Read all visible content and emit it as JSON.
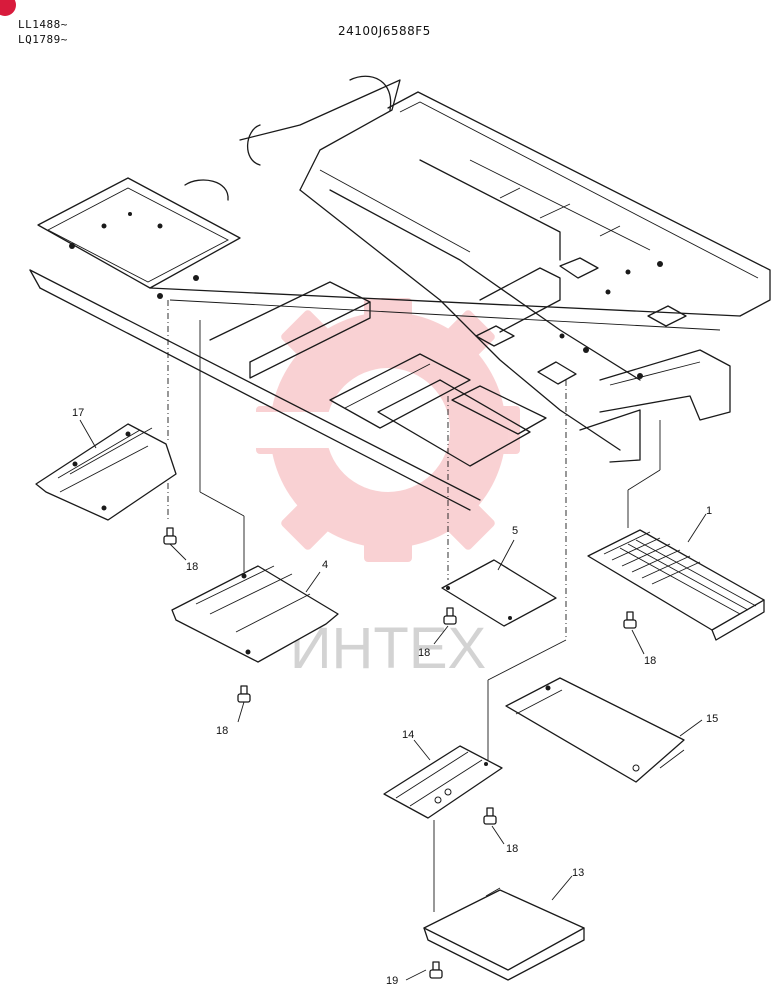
{
  "header": {
    "badge": "",
    "serial_lines": [
      "LL1488~",
      "LQ1789~"
    ],
    "document_number": "24100J6588F5"
  },
  "watermark": {
    "text": "ИНТЕХ",
    "color": "#e8333a"
  },
  "callouts": [
    {
      "id": "1"
    },
    {
      "id": "4"
    },
    {
      "id": "5"
    },
    {
      "id": "13"
    },
    {
      "id": "14"
    },
    {
      "id": "15"
    },
    {
      "id": "17"
    },
    {
      "id": "18"
    },
    {
      "id": "19"
    }
  ]
}
